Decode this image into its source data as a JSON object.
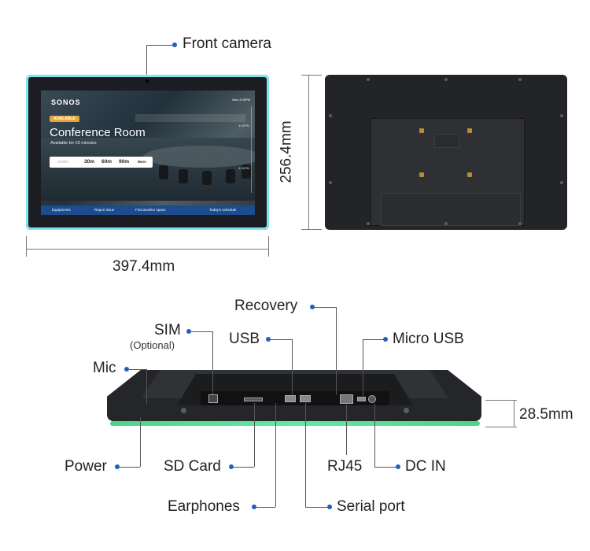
{
  "front_view": {
    "camera_label": "Front camera",
    "width_dimension": "397.4mm",
    "screen": {
      "brand": "SONOS",
      "status_badge": "AVAILABLE",
      "room_name": "Conference Room",
      "availability_text": "Available for 23 minutes",
      "booking_start": "START",
      "booking_options": [
        "30m",
        "60m",
        "90m",
        "More"
      ],
      "time_readout": "Now 3:06PM",
      "timeline_marks": [
        "4:00PM",
        "4:30PM"
      ],
      "footer_items": [
        "Equipments",
        "Report issue",
        "Find another space",
        "Today's schedule"
      ]
    }
  },
  "rear_view": {
    "height_dimension": "256.4mm"
  },
  "side_view": {
    "depth_dimension": "28.5mm",
    "labels": {
      "recovery": "Recovery",
      "sim": "SIM",
      "sim_note": "(Optional)",
      "usb": "USB",
      "micro_usb": "Micro USB",
      "mic": "Mic",
      "power": "Power",
      "sd_card": "SD Card",
      "rj45": "RJ45",
      "dc_in": "DC IN",
      "earphones": "Earphones",
      "serial_port": "Serial port"
    }
  },
  "colors": {
    "callout_dot": "#1f5fbf",
    "bezel_glow": "#7fe3f0",
    "status_glow": "#4cd38a"
  }
}
